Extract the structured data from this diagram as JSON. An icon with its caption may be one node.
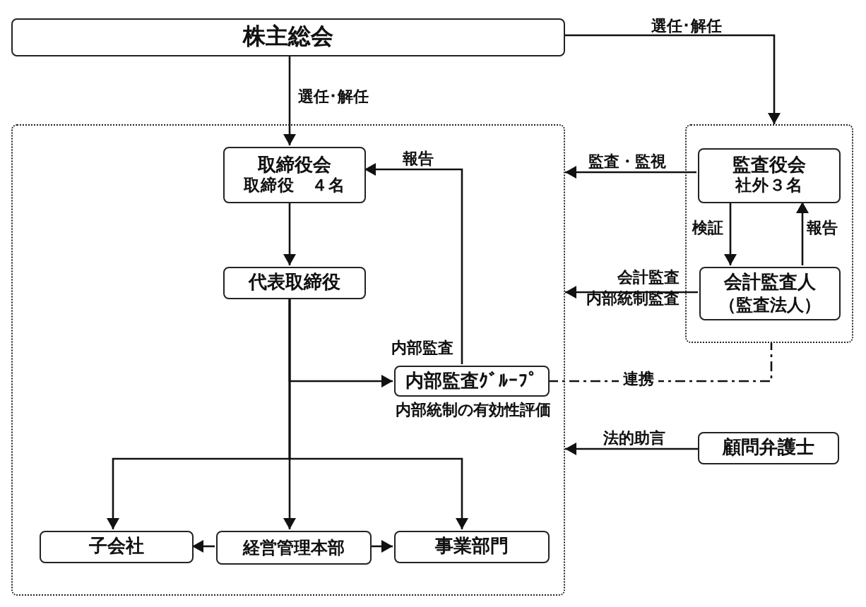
{
  "diagram": {
    "nodes": [
      {
        "text": [
          "株主総会"
        ]
      },
      {
        "text": [],
        "shape": "box"
      },
      {
        "text": [
          "取締役会",
          "取締役　４名"
        ],
        "in": 1
      },
      {
        "text": [
          "代表取締役"
        ],
        "in": 1
      },
      {
        "text": [
          "内部監査ｸﾞﾙｰﾌﾟ"
        ],
        "in": 1,
        "beside": [
          "内部監査",
          "内部統制の有効性評価"
        ]
      },
      {
        "text": [
          "子会社"
        ],
        "in": 1
      },
      {
        "text": [
          "経営管理本部"
        ],
        "in": 1
      },
      {
        "text": [
          "事業部門"
        ],
        "in": 1
      },
      {
        "text": [],
        "shape": "box"
      },
      {
        "text": [
          "監査役会",
          "社外３名"
        ],
        "in": 8
      },
      {
        "text": [
          "会計監査人",
          "（監査法人）"
        ],
        "in": 8
      },
      {
        "text": [
          "顧問弁護士"
        ]
      }
    ],
    "edges": [
      {
        "from": 0,
        "to": 2,
        "arrow": "to",
        "label": "選任･解任"
      },
      {
        "from": 0,
        "to": 8,
        "arrow": "to",
        "label": "選任･解任"
      },
      {
        "from": 9,
        "to": 1,
        "arrow": "to",
        "label": "監査・監視"
      },
      {
        "from": 4,
        "to": 2,
        "arrow": "to",
        "label": "報告"
      },
      {
        "from": 2,
        "to": 3,
        "arrow": "to"
      },
      {
        "from": 3,
        "to": 4,
        "arrow": "to"
      },
      {
        "from": 3,
        "to": 5,
        "arrow": "to"
      },
      {
        "from": 3,
        "to": 6,
        "arrow": "to"
      },
      {
        "from": 3,
        "to": 7,
        "arrow": "to"
      },
      {
        "from": 6,
        "to": 5,
        "arrow": "to"
      },
      {
        "from": 6,
        "to": 7,
        "arrow": "to"
      },
      {
        "from": 9,
        "to": 10,
        "arrow": "to",
        "label": "検証"
      },
      {
        "from": 10,
        "to": 9,
        "arrow": "to",
        "label": "報告"
      },
      {
        "from": 10,
        "to": 1,
        "arrow": "to",
        "label": "会計監査内部統制監査"
      },
      {
        "from": 4,
        "to": 8,
        "arrow": "none",
        "label": "連携",
        "style": "dashed"
      },
      {
        "from": 11,
        "to": 1,
        "arrow": "to",
        "label": "法的助言"
      }
    ]
  }
}
